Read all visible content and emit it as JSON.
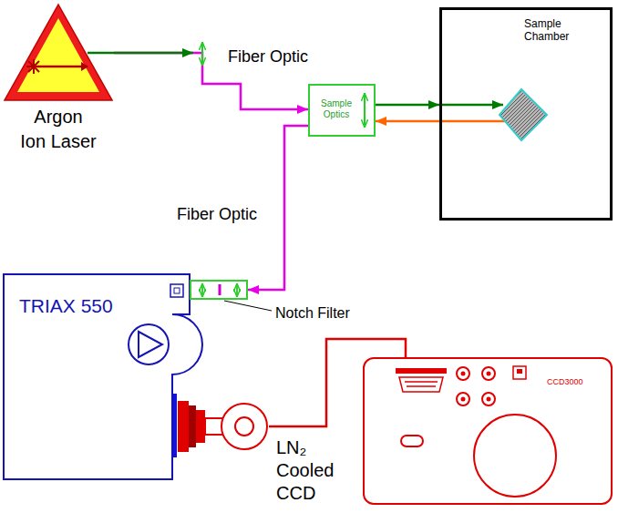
{
  "diagram": {
    "nodes": [
      {
        "text": [
          "Argon Ion Laser"
        ]
      },
      {
        "text": [
          "Sample Chamber"
        ]
      },
      {
        "text": [
          "Sample Optics"
        ]
      },
      {
        "text": [
          "TRIAX 550"
        ]
      },
      {
        "text": [
          "Notch Filter"
        ]
      },
      {
        "text": [
          "LN₂ Cooled CCD"
        ]
      },
      {
        "text": [
          "CCD3000"
        ]
      }
    ],
    "edges": [
      {
        "from": 0,
        "to": 2,
        "label": "Fiber Optic",
        "arrow": "to"
      },
      {
        "from": 2,
        "to": 1,
        "arrow": "to"
      },
      {
        "from": 1,
        "to": 2,
        "arrow": "to"
      },
      {
        "from": 2,
        "to": 4,
        "label": "Fiber Optic",
        "arrow": "to"
      },
      {
        "from": 5,
        "to": 6,
        "arrow": "none"
      }
    ]
  }
}
